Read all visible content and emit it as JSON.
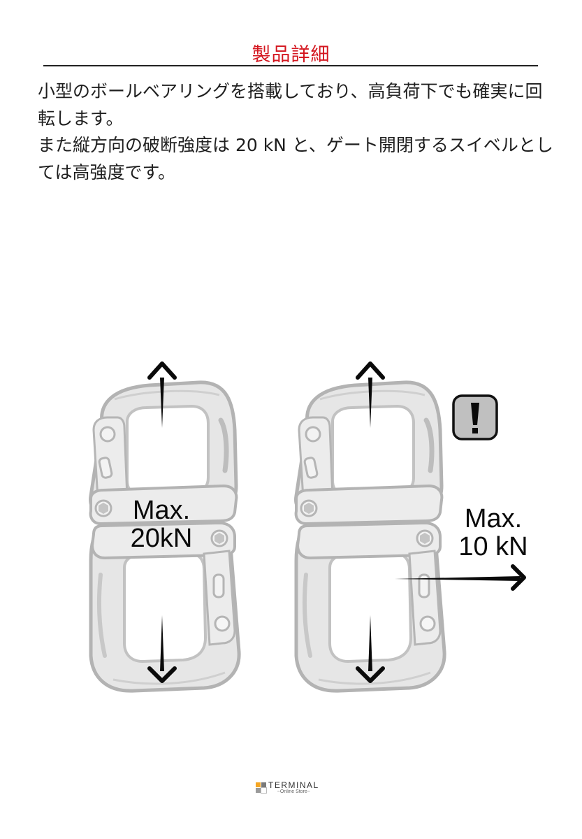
{
  "header": {
    "title": "製品詳細",
    "title_color": "#d4161f"
  },
  "description": {
    "paragraphs": [
      "小型のボールベアリングを搭載しており、高負荷下でも確実に回転します。",
      "また縦方向の破断強度は 20 kN と、ゲート開閉するスイベルとしては高強度です。"
    ]
  },
  "figure": {
    "left_diagram": {
      "label_line1": "Max.",
      "label_line2": "20kN",
      "load_direction": "vertical (up and down)"
    },
    "right_diagram": {
      "label_line1": "Max.",
      "label_line2": "10 kN",
      "load_direction": "horizontal (sideways)",
      "warning_icon": "exclamation-warning-icon"
    },
    "colors": {
      "metal_fill": "#e6e6e6",
      "metal_stroke": "#b5b5b5",
      "arrow": "#0a0a0a",
      "warning_fill": "#c0c0c0"
    }
  },
  "footer": {
    "logo_name": "TERMINAL",
    "logo_sub": "~Online Store~",
    "logo_colors": [
      "#f5a623",
      "#7a7a7a",
      "#9a9a9a",
      "#ffffff"
    ]
  }
}
